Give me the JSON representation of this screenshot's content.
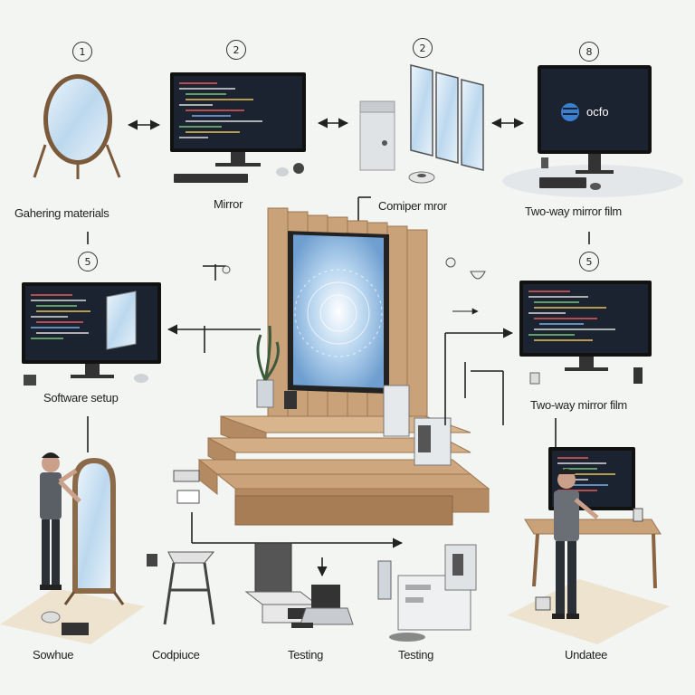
{
  "steps": {
    "s1": {
      "label": "Gahering materials",
      "num": "1"
    },
    "s2": {
      "label": "Mirror",
      "num": "2"
    },
    "s3": {
      "label": "Comiper mror",
      "num": "2"
    },
    "s4": {
      "label": "Two-way mirror film",
      "num": "8"
    },
    "s5": {
      "label": "Software setup",
      "num": "5"
    },
    "s6": {
      "label": "Two-way mirror film",
      "num": "5"
    },
    "s7": {
      "label": "Sowhue"
    },
    "s8": {
      "label": "Codpiuce"
    },
    "s9": {
      "label": "Testing"
    },
    "s10": {
      "label": "Testing"
    },
    "s11": {
      "label": "Undatee"
    }
  },
  "monitor_logo_text": "ocfo",
  "colors": {
    "screen": "#1c2330",
    "wood": "#c9a27a",
    "wood_dark": "#9c7650",
    "mirror": "#cfe3f3",
    "arrow": "#222222"
  }
}
